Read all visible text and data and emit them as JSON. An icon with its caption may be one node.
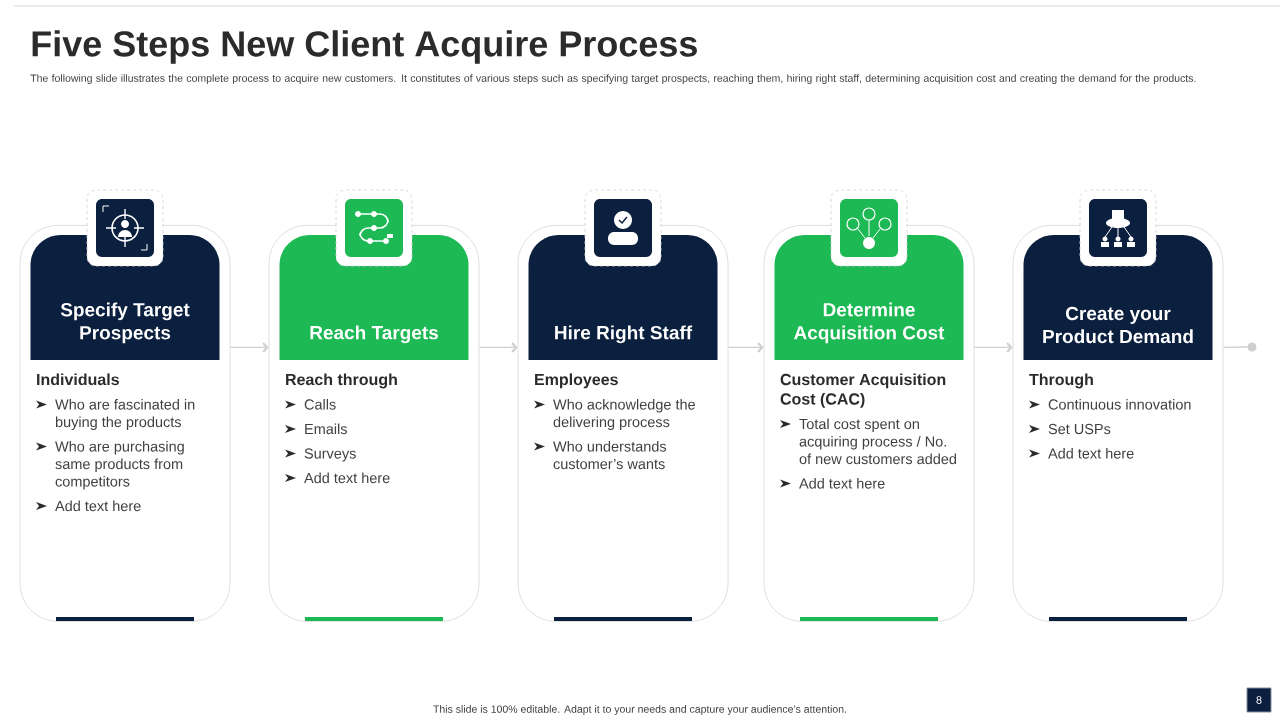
{
  "diagram": {
    "title": "Five Steps New Client Acquire Process",
    "nodes": [
      {
        "text": [
          "Individuals",
          "Who are fascinated in buying the products",
          "Who are purchasing same products from competitors",
          "Add text here"
        ]
      },
      {
        "text": [
          "Specify Target Prospects"
        ],
        "in": 0
      },
      {
        "text": [
          "Reach through",
          "Calls",
          "Emails",
          "Surveys",
          "Add text here"
        ]
      },
      {
        "text": [
          "Reach Targets"
        ],
        "in": 2
      },
      {
        "text": [
          "Employees",
          "Who acknowledge the delivering process",
          "Who understands customer’s wants"
        ]
      },
      {
        "text": [
          "Hire Right Staff"
        ],
        "in": 4
      },
      {
        "text": [
          "Customer Acquisition Cost (CAC)",
          "Total cost spent on acquiring process / No. of new customers added",
          "Add text here"
        ]
      },
      {
        "text": [
          "Determine Acquisition Cost"
        ],
        "in": 6
      },
      {
        "text": [
          "Through",
          "Continuous innovation",
          "Set USPs",
          "Add text here"
        ]
      },
      {
        "text": [
          "Create your Product Demand"
        ],
        "in": 8
      },
      {
        "text": [],
        "shape": "circle"
      }
    ],
    "edges": [
      {
        "from": 0,
        "to": 2,
        "arrow": "to"
      },
      {
        "from": 2,
        "to": 4,
        "arrow": "to"
      },
      {
        "from": 4,
        "to": 6,
        "arrow": "to"
      },
      {
        "from": 6,
        "to": 8,
        "arrow": "to"
      },
      {
        "from": 8,
        "to": 10,
        "arrow": "none"
      }
    ],
    "labels": [
      "The following slide illustrates the complete process to acquire new customers. It constitutes of various steps such as specifying target prospects, reaching them, hiring right staff, determining acquisition cost and creating the demand for the products.",
      "This slide is 100% editable. Adapt it to your needs and capture your audience’s attention.",
      "8"
    ]
  }
}
